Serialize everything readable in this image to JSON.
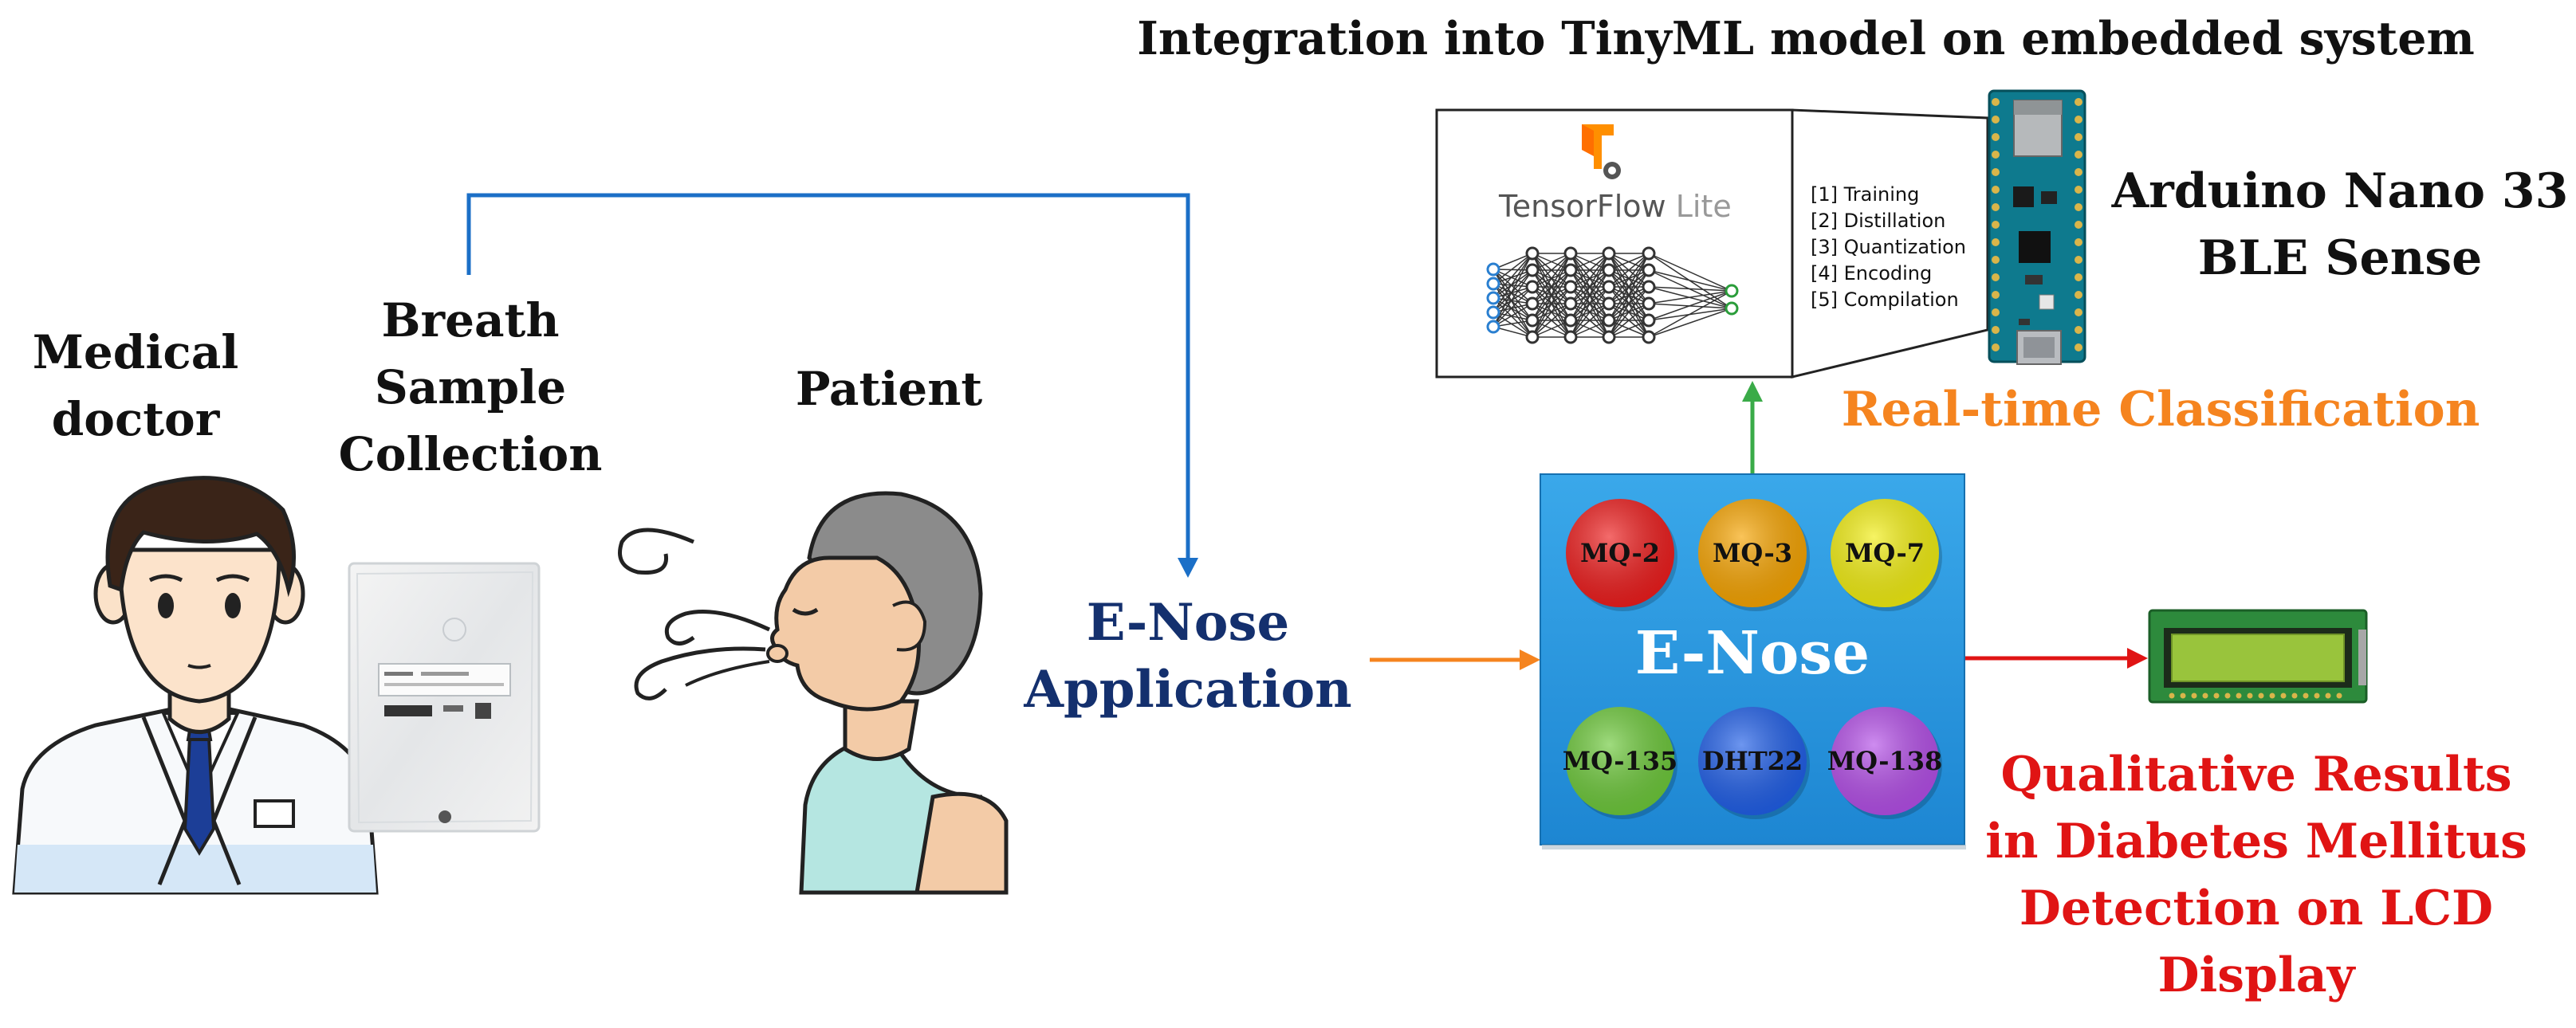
{
  "header": {
    "title": "Integration into TinyML model on embedded system"
  },
  "actors": {
    "doctor_label": [
      "Medical",
      "doctor"
    ],
    "sample_label": [
      "Breath",
      "Sample",
      "Collection"
    ],
    "patient_label": "Patient"
  },
  "app": {
    "label": [
      "E-Nose",
      "Application"
    ]
  },
  "tflite": {
    "brand": "TensorFlow",
    "brand_suffix": "Lite",
    "steps": [
      "[1] Training",
      "[2] Distillation",
      "[3] Quantization",
      "[4] Encoding",
      "[5] Compilation"
    ]
  },
  "board": {
    "label": [
      "Arduino Nano 33",
      "BLE Sense"
    ]
  },
  "classification": {
    "label": "Real-time Classification"
  },
  "enose": {
    "title": "E-Nose",
    "sensors": [
      {
        "name": "MQ-2",
        "color": "#ee1c1c"
      },
      {
        "name": "MQ-3",
        "color": "#f7a400"
      },
      {
        "name": "MQ-7",
        "color": "#f2ee10"
      },
      {
        "name": "MQ-135",
        "color": "#6dc93a"
      },
      {
        "name": "DHT22",
        "color": "#1f5ee8"
      },
      {
        "name": "MQ-138",
        "color": "#b44ee8"
      }
    ]
  },
  "result": {
    "label": [
      "Qualitative Results",
      "in Diabetes Mellitus",
      "Detection on LCD",
      "Display"
    ]
  },
  "colors": {
    "blue_arrow": "#1b6fc7",
    "orange_arrow": "#f5841f",
    "green_arrow": "#3aab48",
    "red_arrow": "#e01414",
    "app_text": "#14306e",
    "classification_text": "#f5841f",
    "result_text": "#e01414",
    "enose_box": "#2b9be0"
  }
}
